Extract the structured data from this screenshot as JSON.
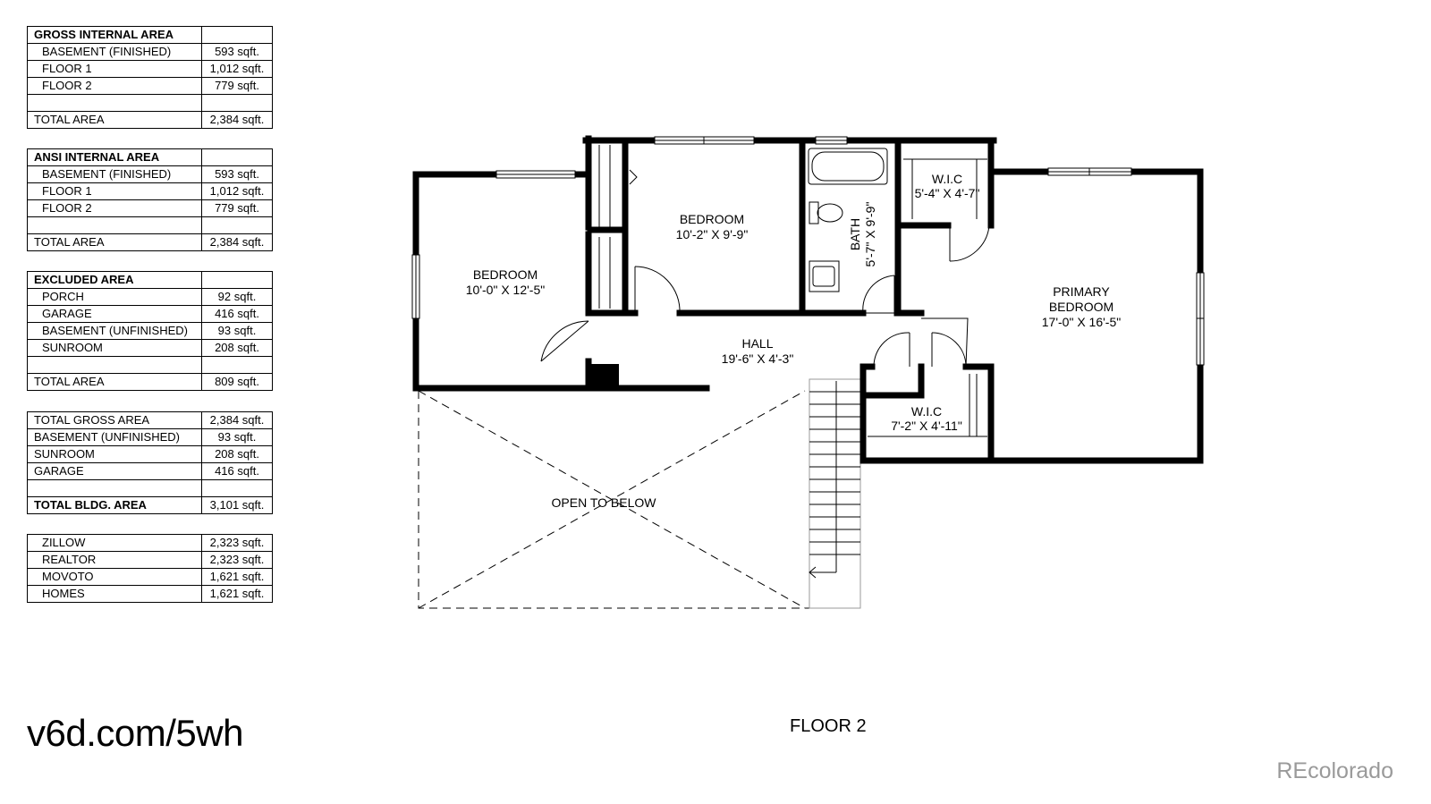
{
  "tables": [
    {
      "rows": [
        {
          "type": "hd",
          "label": "GROSS INTERNAL AREA",
          "value": ""
        },
        {
          "type": "sub",
          "label": "BASEMENT (FINISHED)",
          "value": "593 sqft."
        },
        {
          "type": "sub",
          "label": "FLOOR 1",
          "value": "1,012 sqft."
        },
        {
          "type": "sub",
          "label": "FLOOR 2",
          "value": "779 sqft."
        },
        {
          "type": "blank",
          "label": "",
          "value": ""
        },
        {
          "type": "tot",
          "label": "TOTAL AREA",
          "value": "2,384 sqft."
        }
      ]
    },
    {
      "rows": [
        {
          "type": "hd",
          "label": "ANSI INTERNAL AREA",
          "value": ""
        },
        {
          "type": "sub",
          "label": "BASEMENT (FINISHED)",
          "value": "593 sqft."
        },
        {
          "type": "sub",
          "label": "FLOOR 1",
          "value": "1,012 sqft."
        },
        {
          "type": "sub",
          "label": "FLOOR 2",
          "value": "779 sqft."
        },
        {
          "type": "blank",
          "label": "",
          "value": ""
        },
        {
          "type": "tot",
          "label": "TOTAL AREA",
          "value": "2,384 sqft."
        }
      ]
    },
    {
      "rows": [
        {
          "type": "hd",
          "label": "EXCLUDED AREA",
          "value": ""
        },
        {
          "type": "sub",
          "label": "PORCH",
          "value": "92 sqft."
        },
        {
          "type": "sub",
          "label": "GARAGE",
          "value": "416 sqft."
        },
        {
          "type": "sub",
          "label": "BASEMENT (UNFINISHED)",
          "value": "93 sqft."
        },
        {
          "type": "sub",
          "label": "SUNROOM",
          "value": "208 sqft."
        },
        {
          "type": "blank",
          "label": "",
          "value": ""
        },
        {
          "type": "tot",
          "label": "TOTAL AREA",
          "value": "809 sqft."
        }
      ]
    },
    {
      "rows": [
        {
          "type": "plain",
          "label": "TOTAL GROSS AREA",
          "value": "2,384 sqft."
        },
        {
          "type": "plain",
          "label": "BASEMENT (UNFINISHED)",
          "value": "93 sqft."
        },
        {
          "type": "plain",
          "label": "SUNROOM",
          "value": "208 sqft."
        },
        {
          "type": "plain",
          "label": "GARAGE",
          "value": "416 sqft."
        },
        {
          "type": "blank",
          "label": "",
          "value": ""
        },
        {
          "type": "boldtot",
          "label": "TOTAL BLDG. AREA",
          "value": "3,101 sqft."
        }
      ]
    },
    {
      "rows": [
        {
          "type": "sub",
          "label": "ZILLOW",
          "value": "2,323 sqft."
        },
        {
          "type": "sub",
          "label": "REALTOR",
          "value": "2,323 sqft."
        },
        {
          "type": "sub",
          "label": "MOVOTO",
          "value": "1,621 sqft."
        },
        {
          "type": "sub",
          "label": "HOMES",
          "value": "1,621 sqft."
        }
      ]
    }
  ],
  "rooms": {
    "bedroom_left": {
      "name": "BEDROOM",
      "dims": "10'-0\" X 12'-5\""
    },
    "bedroom_top": {
      "name": "BEDROOM",
      "dims": "10'-2\" X 9'-9\""
    },
    "bath": {
      "name": "BATH",
      "dims": "5'-7\" X 9'-9\""
    },
    "wic_top": {
      "name": "W.I.C",
      "dims": "5'-4\" X 4'-7\""
    },
    "primary": {
      "name_line1": "PRIMARY",
      "name_line2": "BEDROOM",
      "dims": "17'-0\" X 16'-5\""
    },
    "hall": {
      "name": "HALL",
      "dims": "19'-6\" X 4'-3\""
    },
    "wic_bottom": {
      "name": "W.I.C",
      "dims": "7'-2\" X 4'-11\""
    },
    "open_below": {
      "name": "OPEN TO BELOW"
    }
  },
  "footer": {
    "url": "v6d.com/5wh",
    "floor_label": "FLOOR 2",
    "brand": "REcolorado"
  }
}
